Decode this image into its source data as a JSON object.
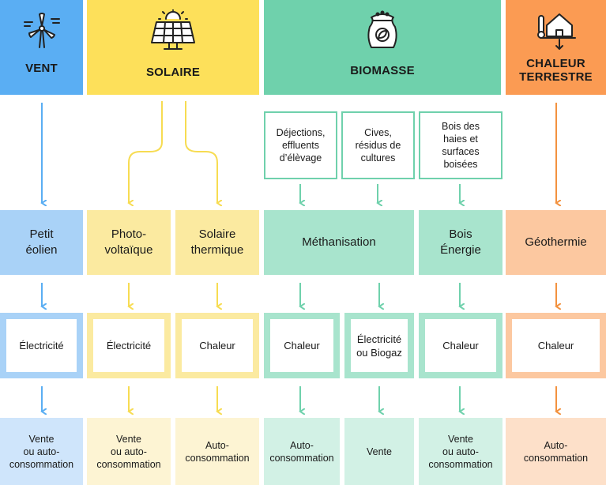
{
  "colors": {
    "vent_header": "#5aaef3",
    "vent_light": "#a9d2f7",
    "vent_pale": "#cfe5fb",
    "vent_arrow": "#5aaef3",
    "solaire_header": "#fde05a",
    "solaire_light": "#fbeaa0",
    "solaire_pale": "#fdf4d3",
    "solaire_arrow": "#f7dc52",
    "biomasse_header": "#6fd1ac",
    "biomasse_light": "#a8e4cd",
    "biomasse_pale": "#d2f1e5",
    "biomasse_arrow": "#6fd1ac",
    "chaleur_header": "#fb9b53",
    "chaleur_light": "#fcc8a0",
    "chaleur_pale": "#fde0c9",
    "chaleur_arrow": "#f3923f"
  },
  "headers": {
    "vent": {
      "label": "VENT",
      "icon": "wind-turbine-icon"
    },
    "solaire": {
      "label": "SOLAIRE",
      "icon": "solar-panel-icon"
    },
    "biomasse": {
      "label": "BIOMASSE",
      "icon": "biomass-bag-icon"
    },
    "chaleur": {
      "label": "CHALEUR\nTERRESTRE",
      "icon": "geothermal-house-icon"
    }
  },
  "sources": {
    "dejections": "Déjections,\neffluents\nd’élèvage",
    "cives": "Cives,\nrésidus de\ncultures",
    "bois": "Bois des\nhaies et\nsurfaces\nboisées"
  },
  "technologies": {
    "petit_eolien": "Petit\néolien",
    "photovoltaique": "Photo-\nvoltaïque",
    "solaire_thermique": "Solaire\nthermique",
    "methanisation": "Méthanisation",
    "bois_energie": "Bois\nÉnergie",
    "geothermie": "Géothermie"
  },
  "outputs": {
    "vent": "Électricité",
    "photovoltaique": "Électricité",
    "solaire_thermique": "Chaleur",
    "methanisation_chaleur": "Chaleur",
    "methanisation_elec": "Électricité\nou Biogaz",
    "bois_energie": "Chaleur",
    "geothermie": "Chaleur"
  },
  "uses": {
    "vent": "Vente\nou auto-\nconsommation",
    "photovoltaique": "Vente\nou auto-\nconsommation",
    "solaire_thermique": "Auto-\nconsommation",
    "methanisation_chaleur": "Auto-\nconsommation",
    "methanisation_elec": "Vente",
    "bois_energie": "Vente\nou auto-\nconsommation",
    "geothermie": "Auto-\nconsommation"
  }
}
